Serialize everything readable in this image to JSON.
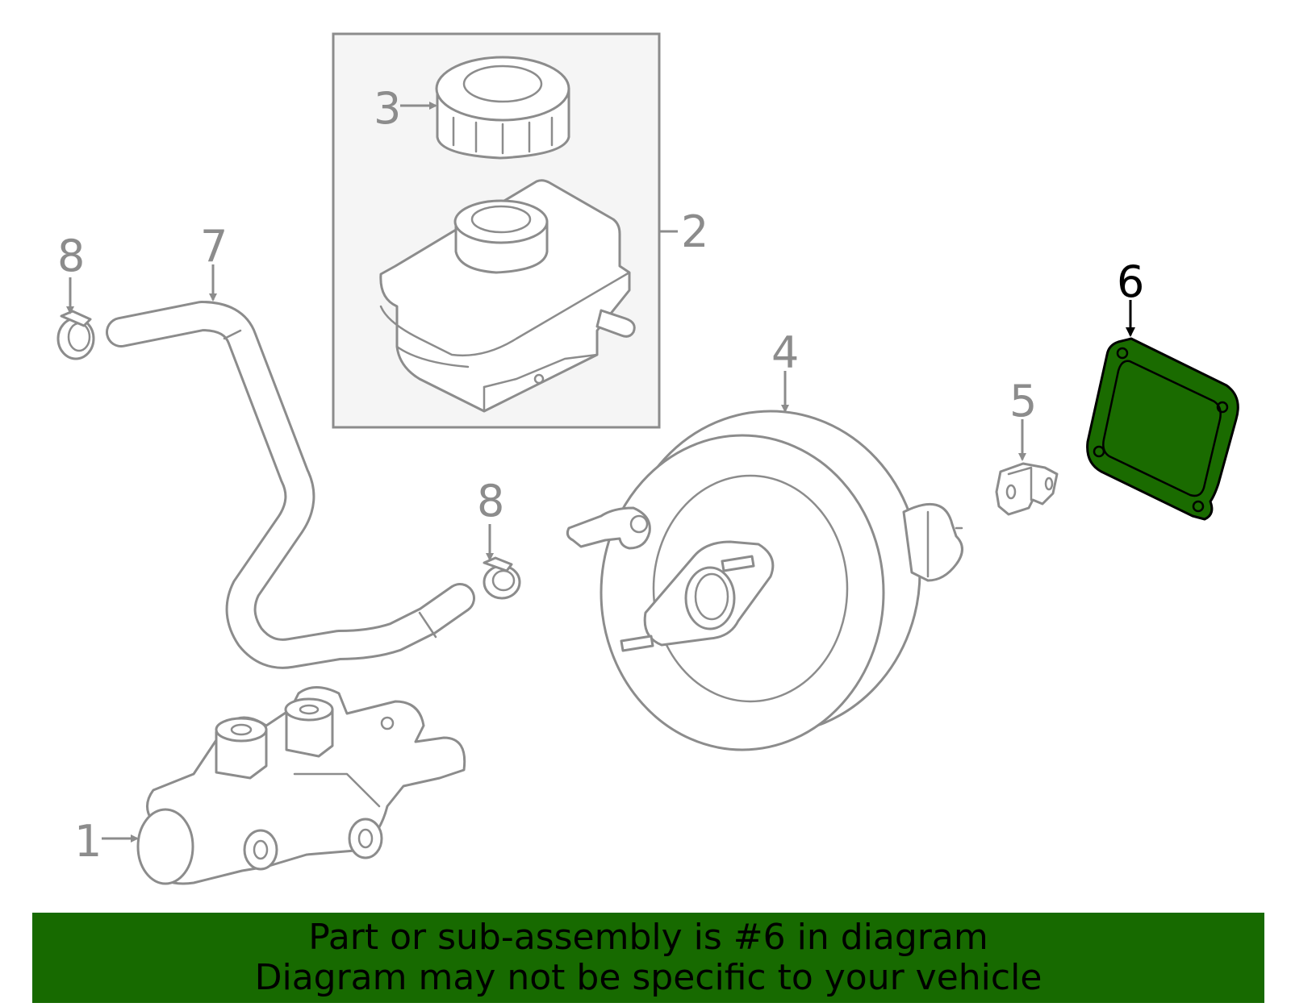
{
  "callouts": {
    "c1": "1",
    "c2": "2",
    "c3": "3",
    "c4": "4",
    "c5": "5",
    "c6": "6",
    "c7": "7",
    "c8a": "8",
    "c8b": "8"
  },
  "highlight": {
    "part": "6",
    "color": "#176a00"
  },
  "banner": {
    "line1": "Part or sub-assembly is #6 in diagram",
    "line2": "Diagram may not be specific to your vehicle"
  }
}
